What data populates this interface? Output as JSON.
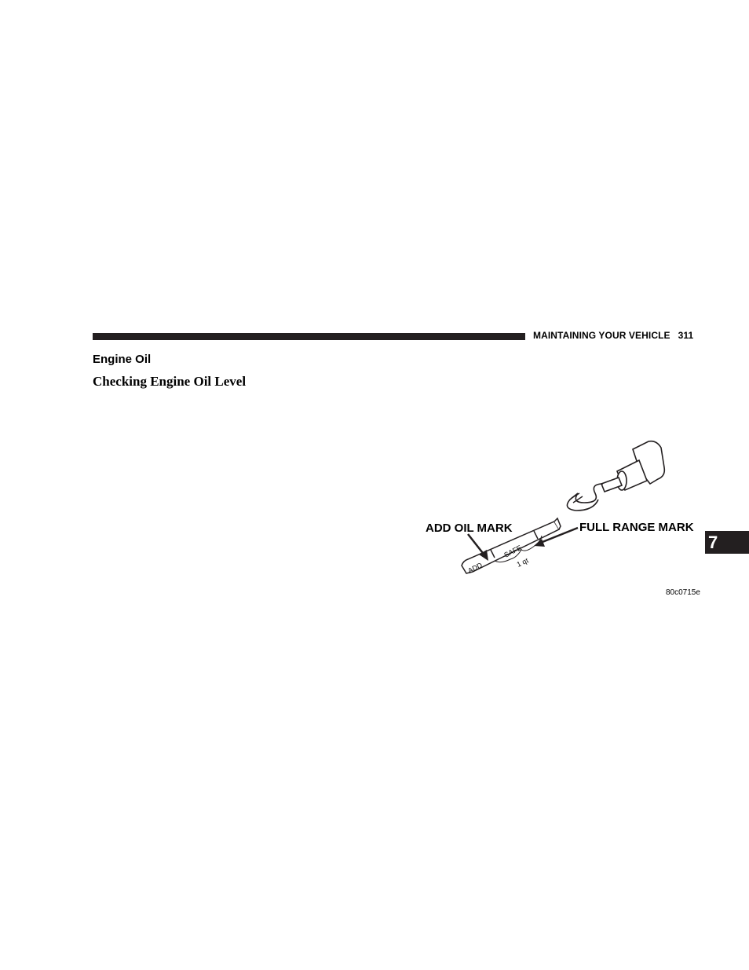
{
  "header": {
    "section": "MAINTAINING YOUR VEHICLE",
    "page_number": "311"
  },
  "content": {
    "heading": "Engine Oil",
    "subheading": "Checking Engine Oil Level"
  },
  "figure": {
    "callout_add": "ADD OIL MARK",
    "callout_full": "FULL RANGE MARK",
    "stick_label_add": "ADD",
    "stick_label_safe": "SAFE",
    "stick_label_qt": "1 qt",
    "figure_id": "80c0715e"
  },
  "chapter_tab": "7",
  "colors": {
    "ink": "#231f20",
    "background": "#ffffff"
  }
}
